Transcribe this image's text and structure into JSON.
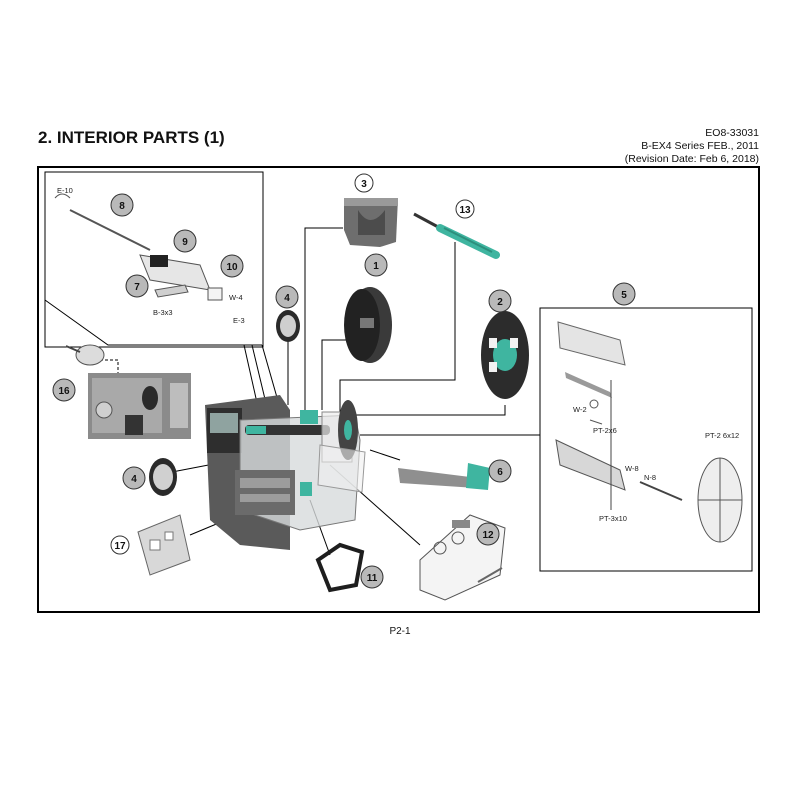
{
  "header": {
    "title": "2. INTERIOR PARTS (1)",
    "doc_number": "EO8-33031",
    "series_line": "B-EX4 Series FEB., 2011",
    "revision_line": "(Revision Date: Feb 6, 2018)"
  },
  "footer": {
    "page": "P2-1"
  },
  "callouts": {
    "c1": "1",
    "c2": "2",
    "c3": "3",
    "c4a": "4",
    "c4b": "4",
    "c5": "5",
    "c6": "6",
    "c7": "7",
    "c8": "8",
    "c9": "9",
    "c10": "10",
    "c11": "11",
    "c12": "12",
    "c13": "13",
    "c16": "16",
    "c17": "17"
  },
  "part_labels": {
    "e10": "E-10",
    "w4": "W-4",
    "b3x3": "B-3x3",
    "e3": "E-3",
    "w2": "W-2",
    "pt2x6": "PT-2x6",
    "pt26x12": "PT-2 6x12",
    "w8": "W-8",
    "n8": "N-8",
    "pt3x10": "PT-3x10"
  },
  "colors": {
    "accent_teal": "#3fb5a0",
    "callout_fill": "#b9b9b9",
    "frame": "#000000"
  }
}
